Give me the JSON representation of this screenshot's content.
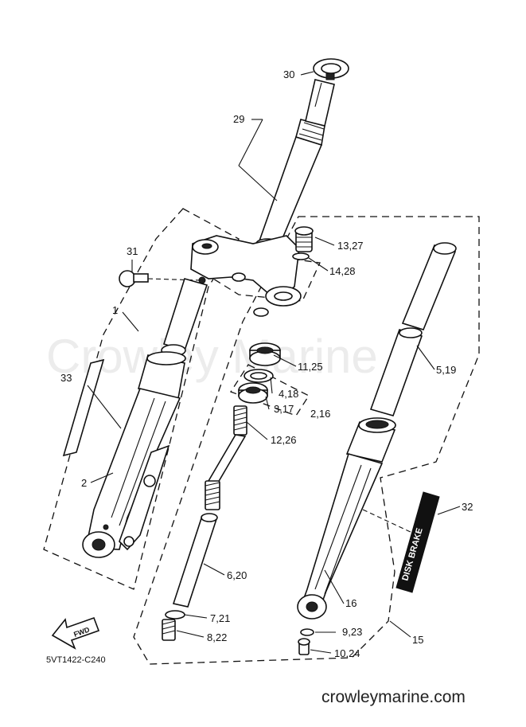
{
  "watermark": "Crowley Marine",
  "website": "crowleymarine.com",
  "diagram_code": "5VT1422-C240",
  "fwd_label": "FWD",
  "decal_text": "DISK BRAKE",
  "callouts": {
    "c1": "1",
    "c2": "2",
    "c3_17": "3,17",
    "c2_16": "2,16",
    "c4_18": "4,18",
    "c5_19": "5,19",
    "c6_20": "6,20",
    "c7_21": "7,21",
    "c8_22": "8,22",
    "c9_23": "9,23",
    "c10_24": "10,24",
    "c11_25": "11,25",
    "c12_26": "12,26",
    "c13_27": "13,27",
    "c14_28": "14,28",
    "c15": "15",
    "c16": "16",
    "c29": "29",
    "c30": "30",
    "c31": "31",
    "c32": "32",
    "c33": "33"
  }
}
